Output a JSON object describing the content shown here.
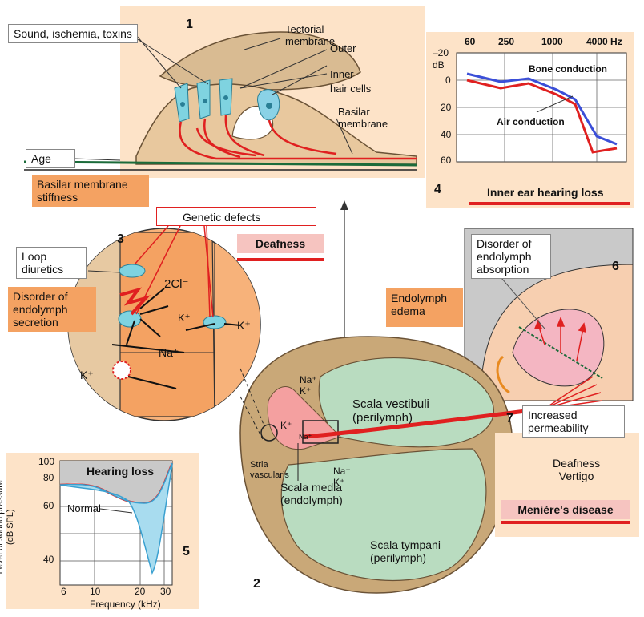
{
  "panel1": {
    "number": "1",
    "cause_label": "Sound, ischemia, toxins",
    "tectorial": "Tectorial\nmembrane",
    "outer": "Outer",
    "inner": "Inner",
    "hair_cells": "hair cells",
    "basilar": "Basilar\nmembrane",
    "age": "Age",
    "stiffness": "Basilar membrane\nstiffness"
  },
  "panel4": {
    "number": "4",
    "title": "Inner ear hearing loss",
    "freq_ticks": [
      "60",
      "250",
      "1000",
      "4000 Hz"
    ],
    "db_ticks": [
      "–20",
      "0",
      "20",
      "40",
      "60"
    ],
    "db_unit": "dB",
    "bone": "Bone conduction",
    "air": "Air conduction"
  },
  "panel3": {
    "number": "3",
    "genetic": "Genetic defects",
    "deafness": "Deafness",
    "loop": "Loop\ndiuretics",
    "disorder": "Disorder of\nendolymph\nsecretion",
    "ion_2cl": "2Cl⁻",
    "ion_k1": "K⁺",
    "ion_k2": "K⁺",
    "ion_na": "Na⁺",
    "ion_k3": "K⁺"
  },
  "panel6": {
    "number": "6",
    "disorder": "Disorder of\nendolymph\nabsorption",
    "edema": "Endolymph\nedema"
  },
  "panel2": {
    "number": "2",
    "na_k_top": "Na⁺\nK⁺",
    "scala_vestibuli": "Scala vestibuli\n(perilymph)",
    "k_plus": "K⁺",
    "na_plus_small": "Na⁺",
    "stria": "Stria\nvascularis",
    "scala_media": "Scala media\n(endolymph)",
    "na_k_bottom": "Na⁺\nK⁺",
    "scala_tympani": "Scala tympani\n(perilymph)"
  },
  "panel7": {
    "number": "7",
    "permeability": "Increased\npermeability",
    "symptoms": "Deafness\nVertigo",
    "disease": "Menière's disease"
  },
  "panel5": {
    "number": "5",
    "title": "Hearing loss",
    "normal": "Normal",
    "ylabel": "Level of sound pressure\n(dB SPL)",
    "xlabel": "Frequency (kHz)",
    "y_ticks": [
      "100",
      "80",
      "60",
      "40"
    ],
    "x_ticks": [
      "6",
      "10",
      "20",
      "30"
    ]
  },
  "colors": {
    "orange": "#f4a262",
    "peach": "#fde3c8",
    "pink": "#f6c4c0",
    "cochlea_tan": "#c9a878",
    "perilymph_green": "#b9dcc0",
    "red": "#e02020",
    "blue_line": "#3b4fd8",
    "cell_cyan": "#7fd3e0"
  },
  "icons": [
    "arrow-up-icon"
  ]
}
